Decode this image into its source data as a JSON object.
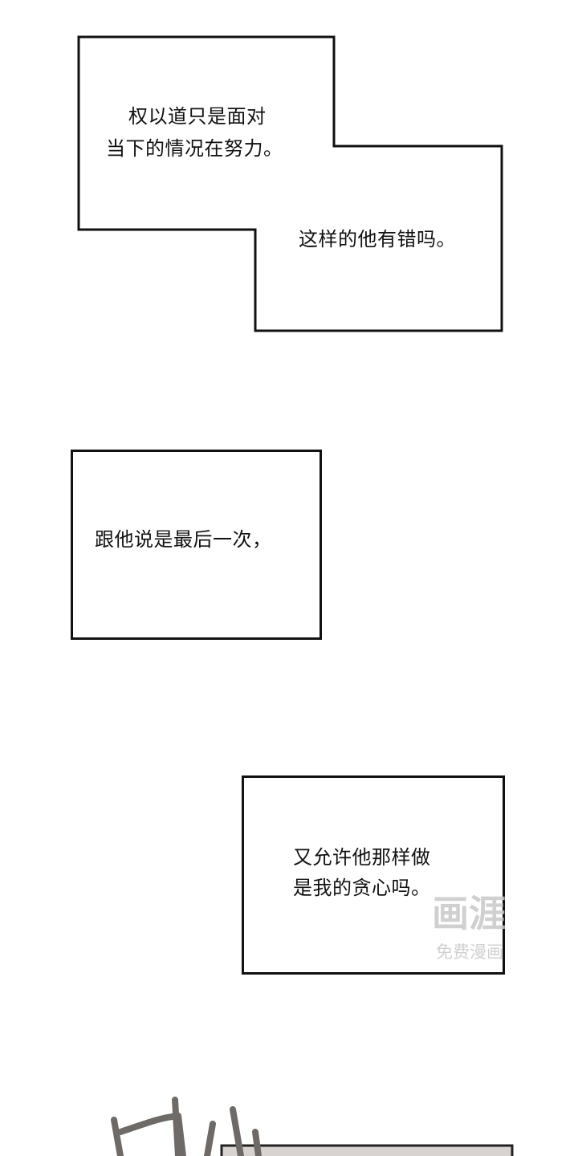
{
  "panels": [
    {
      "lines": [
        "权以道只是面对",
        "当下的情况在努力。"
      ],
      "secondary": "这样的他有错吗。"
    },
    {
      "lines": [
        "跟他说是最后一次，"
      ]
    },
    {
      "lines": [
        "又允许他那样做",
        "是我的贪心吗。"
      ]
    }
  ],
  "watermark": {
    "logo": "画涯",
    "text": "免费漫画"
  }
}
